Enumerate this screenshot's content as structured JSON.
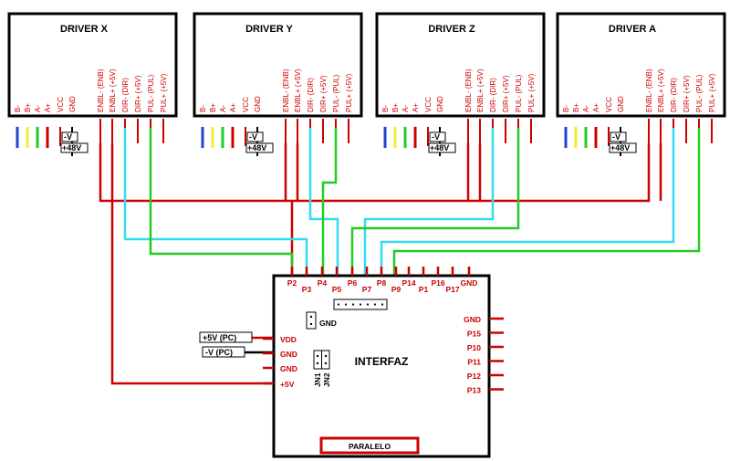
{
  "drivers": [
    {
      "title": "DRIVER X",
      "pins": [
        "B-",
        "B+",
        "A-",
        "A+",
        "VCC",
        "GND",
        "ENBL- (ENB)",
        "ENBL+ (+5V)",
        "DIR- (DIR)",
        "DIR+ (+5V)",
        "PUL- (PUL)",
        "PUL+ (+5V)"
      ],
      "power": [
        "-V",
        "+48V"
      ]
    },
    {
      "title": "DRIVER Y",
      "pins": [
        "B-",
        "B+",
        "A-",
        "A+",
        "VCC",
        "GND",
        "ENBL- (ENB)",
        "ENBL+ (+5V)",
        "DIR- (DIR)",
        "DIR+ (+5V)",
        "PUL- (PUL)",
        "PUL+ (+5V)"
      ],
      "power": [
        "-V",
        "+48V"
      ]
    },
    {
      "title": "DRIVER Z",
      "pins": [
        "B-",
        "B+",
        "A-",
        "A+",
        "VCC",
        "GND",
        "ENBL- (ENB)",
        "ENBL+ (+5V)",
        "DIR- (DIR)",
        "DIR+ (+5V)",
        "PUL- (PUL)",
        "PUL+ (+5V)"
      ],
      "power": [
        "-V",
        "+48V"
      ]
    },
    {
      "title": "DRIVER A",
      "pins": [
        "B-",
        "B+",
        "A-",
        "A+",
        "VCC",
        "GND",
        "ENBL- (ENB)",
        "ENBL+ (+5V)",
        "DIR- (DIR)",
        "DIR+ (+5V)",
        "PUL- (PUL)",
        "PUL+ (+5V)"
      ],
      "power": [
        "-V",
        "+48V"
      ]
    }
  ],
  "interface": {
    "title": "INTERFAZ",
    "top_pins": [
      "P2",
      "P3",
      "P4",
      "P5",
      "P6",
      "P7",
      "P8",
      "P9",
      "P14",
      "P1",
      "P16",
      "P17",
      "GND"
    ],
    "right_pins": [
      "GND",
      "P15",
      "P10",
      "P11",
      "P12",
      "P13"
    ],
    "left_pins": [
      "VDD",
      "GND",
      "GND",
      "+5V"
    ],
    "jumper_gnd": "GND",
    "jumpers": [
      "JN1",
      "JN2"
    ],
    "connector": "PARALELO",
    "pc_labels": [
      "+5V (PC)",
      "-V (PC)"
    ]
  },
  "colors": {
    "red": "#cc0000",
    "cyan": "#33ddee",
    "green": "#22cc22",
    "blue": "#2244cc",
    "yellow": "#eeee33"
  }
}
